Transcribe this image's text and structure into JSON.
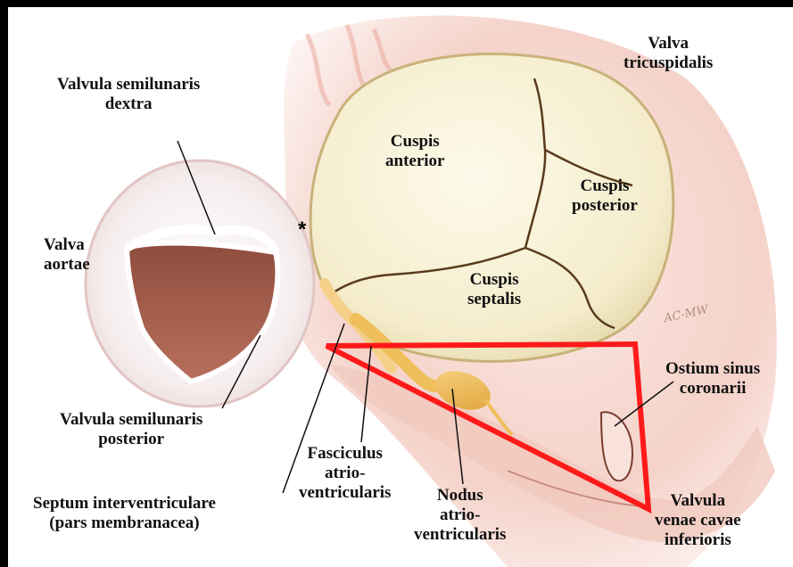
{
  "labels": {
    "valva_tricuspidalis": [
      "Valva",
      "tricuspidalis"
    ],
    "valvula_semilunaris_dextra": [
      "Valvula semilunaris",
      "dextra"
    ],
    "valva_aortae": [
      "Valva",
      "aortae"
    ],
    "cuspis_anterior": [
      "Cuspis",
      "anterior"
    ],
    "cuspis_posterior": [
      "Cuspis",
      "posterior"
    ],
    "cuspis_septalis": [
      "Cuspis",
      "septalis"
    ],
    "ostium_sinus_coronarii": [
      "Ostium sinus",
      "coronarii"
    ],
    "valvula_semilunaris_posterior": [
      "Valvula semilunaris",
      "posterior"
    ],
    "fasciculus": [
      "Fasciculus",
      "atrio-",
      "ventricularis"
    ],
    "septum": [
      "Septum interventriculare",
      "(pars membranacea)"
    ],
    "nodus": [
      "Nodus",
      "atrio-",
      "ventricularis"
    ],
    "valvula_venae_cavae": [
      "Valvula",
      "venae cavae",
      "inferioris"
    ],
    "asterisk": "*",
    "artist_signature": "AC-MW"
  },
  "colors": {
    "background": "#000000",
    "tissue": "#f7dcd4",
    "tissue_dark": "#eab8ab",
    "cusp": "#f7f2d9",
    "conduction": "#f0bf5a",
    "aortic_interior": "#a85f4e",
    "triangle": "#ff1a1a"
  }
}
